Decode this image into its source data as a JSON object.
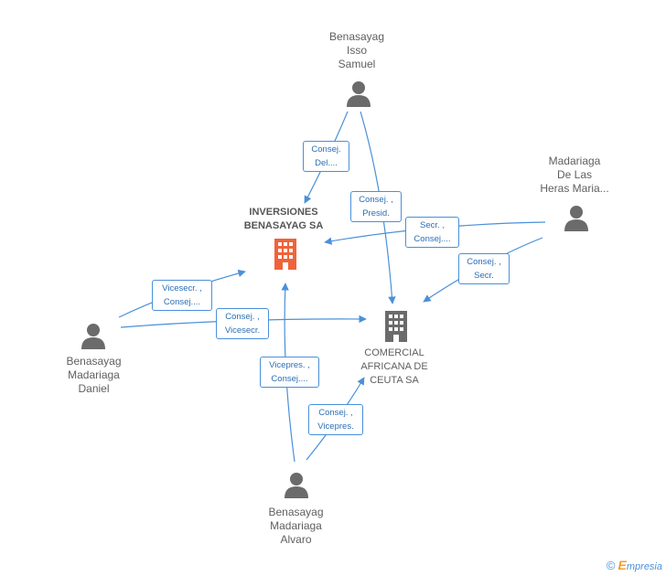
{
  "colors": {
    "edge": "#4a90d9",
    "person": "#6b6b6b",
    "company_main": "#f0633a",
    "company": "#6b6b6b"
  },
  "people": {
    "isso": {
      "label": "Benasayag\nIsso\nSamuel",
      "icon": "person-icon"
    },
    "heras": {
      "label": "Madariaga\nDe Las\nHeras Maria...",
      "icon": "person-icon"
    },
    "daniel": {
      "label": "Benasayag\nMadariaga\nDaniel",
      "icon": "person-icon"
    },
    "alvaro": {
      "label": "Benasayag\nMadariaga\nAlvaro",
      "icon": "person-icon"
    }
  },
  "companies": {
    "inversiones": {
      "label": "INVERSIONES\nBENASAYAG SA",
      "icon": "building-icon"
    },
    "comercial": {
      "label": "COMERCIAL\nAFRICANA DE\nCEUTA SA",
      "icon": "building-icon"
    }
  },
  "relations": [
    {
      "id": "isso-inv",
      "label": "Consej.\nDel...."
    },
    {
      "id": "isso-com",
      "label": "Consej. ,\nPresid."
    },
    {
      "id": "heras-inv",
      "label": "Secr. ,\nConsej...."
    },
    {
      "id": "heras-com",
      "label": "Consej. ,\nSecr."
    },
    {
      "id": "daniel-inv",
      "label": "Vicesecr. ,\nConsej...."
    },
    {
      "id": "daniel-com",
      "label": "Consej. ,\nVicesecr."
    },
    {
      "id": "alvaro-inv",
      "label": "Vicepres. ,\nConsej...."
    },
    {
      "id": "alvaro-com",
      "label": "Consej. ,\nVicepres."
    }
  ],
  "brand": {
    "copyright": "©",
    "e": "E",
    "rest": "mpresia"
  }
}
